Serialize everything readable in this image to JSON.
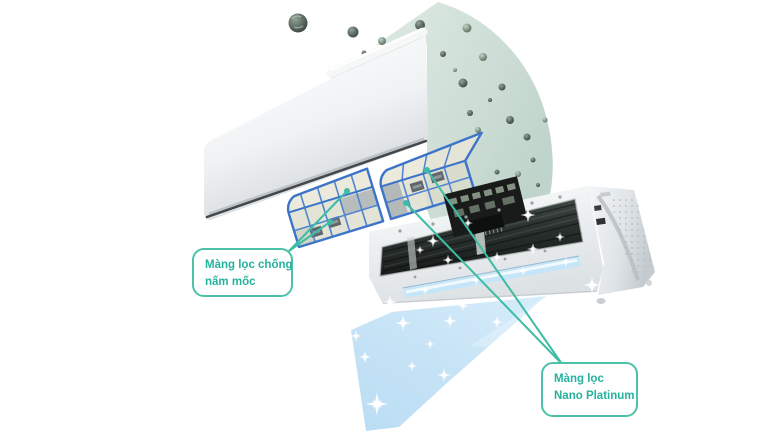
{
  "callouts": {
    "anti_mold": {
      "line1": "Màng lọc chống",
      "line2": "nấm mốc"
    },
    "nano_platinum": {
      "line1": "Màng lọc",
      "line2": "Nano Platinum"
    }
  },
  "colors": {
    "accent_teal_text": "#25b29e",
    "callout_border": "#4cc2a8",
    "leader_line": "#3ebda4",
    "filter_frame_blue": "#3a72c8",
    "airflow_blue": "#c8e4f6",
    "shield_mint": "#cfdfd7",
    "panel_gray_edge": "#41474a"
  },
  "icons": {
    "sparkle": "sparkle-icon",
    "dust_particle": "dust-particle-icon",
    "callout_dot": "callout-dot"
  }
}
